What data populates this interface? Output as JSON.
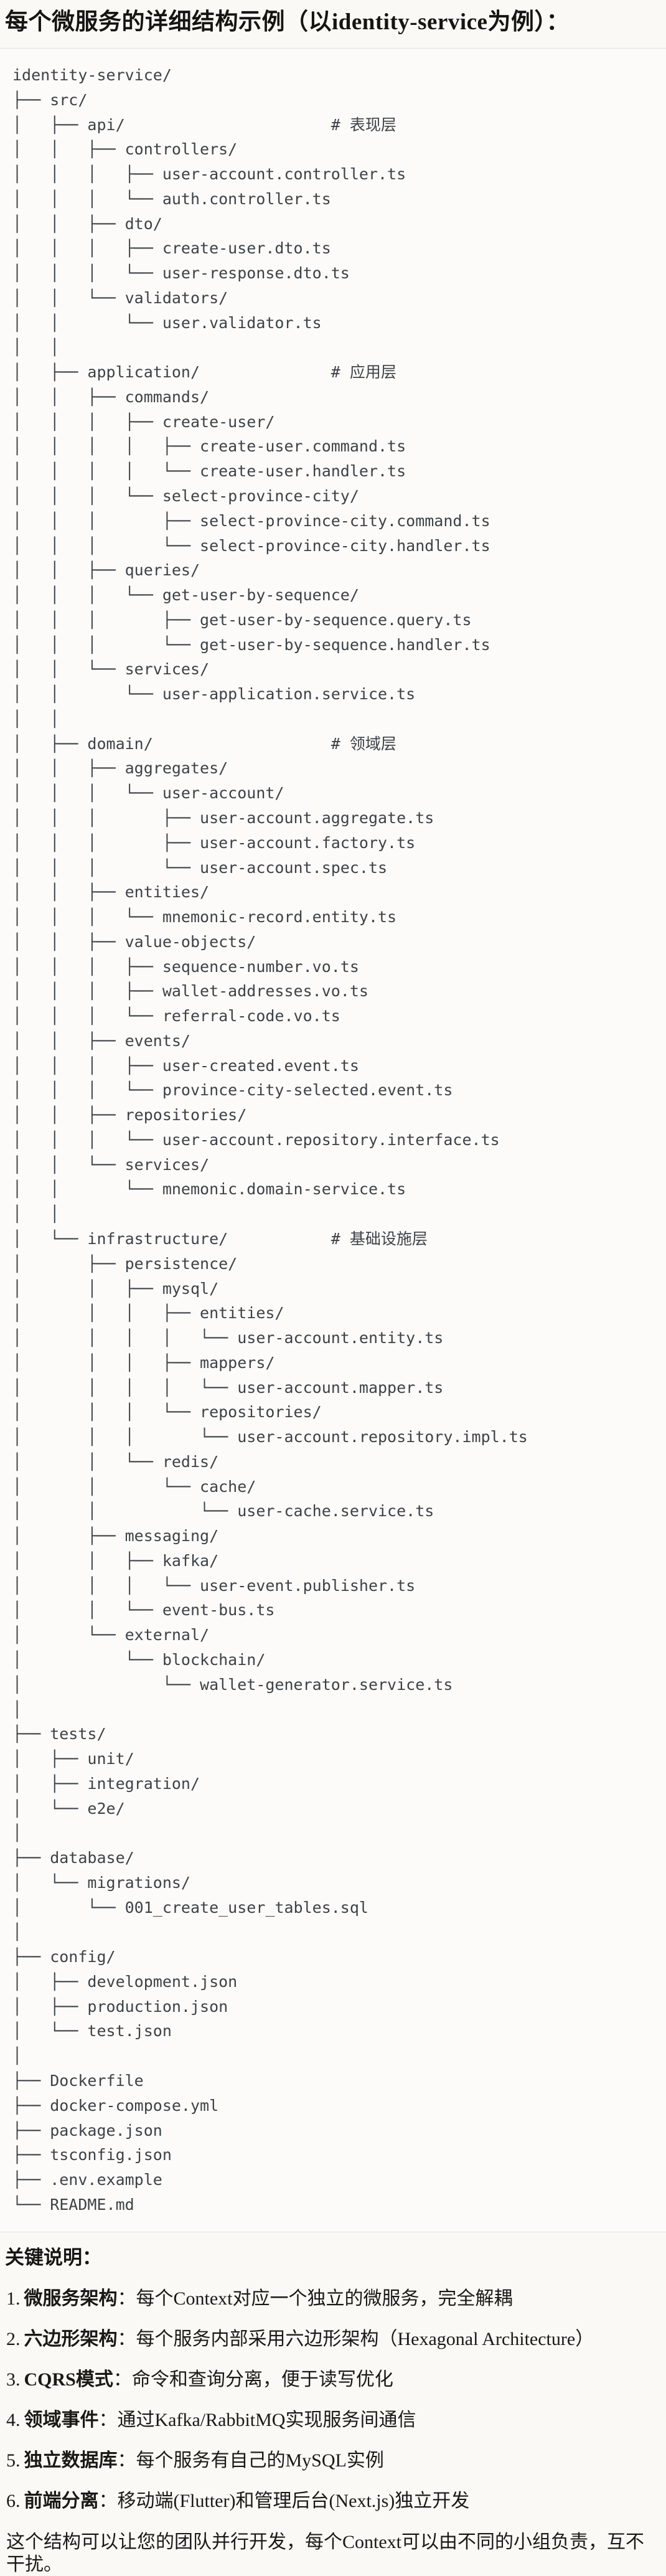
{
  "page": {
    "title": "每个微服务的详细结构示例（以identity-service为例）：",
    "code": {
      "language": "plaintext",
      "tree_lines": [
        "identity-service/",
        "├── src/",
        "│   ├── api/                      # 表现层",
        "│   │   ├── controllers/",
        "│   │   │   ├── user-account.controller.ts",
        "│   │   │   └── auth.controller.ts",
        "│   │   ├── dto/",
        "│   │   │   ├── create-user.dto.ts",
        "│   │   │   └── user-response.dto.ts",
        "│   │   └── validators/",
        "│   │       └── user.validator.ts",
        "│   │",
        "│   ├── application/              # 应用层",
        "│   │   ├── commands/",
        "│   │   │   ├── create-user/",
        "│   │   │   │   ├── create-user.command.ts",
        "│   │   │   │   └── create-user.handler.ts",
        "│   │   │   └── select-province-city/",
        "│   │   │       ├── select-province-city.command.ts",
        "│   │   │       └── select-province-city.handler.ts",
        "│   │   ├── queries/",
        "│   │   │   └── get-user-by-sequence/",
        "│   │   │       ├── get-user-by-sequence.query.ts",
        "│   │   │       └── get-user-by-sequence.handler.ts",
        "│   │   └── services/",
        "│   │       └── user-application.service.ts",
        "│   │",
        "│   ├── domain/                   # 领域层",
        "│   │   ├── aggregates/",
        "│   │   │   └── user-account/",
        "│   │   │       ├── user-account.aggregate.ts",
        "│   │   │       ├── user-account.factory.ts",
        "│   │   │       └── user-account.spec.ts",
        "│   │   ├── entities/",
        "│   │   │   └── mnemonic-record.entity.ts",
        "│   │   ├── value-objects/",
        "│   │   │   ├── sequence-number.vo.ts",
        "│   │   │   ├── wallet-addresses.vo.ts",
        "│   │   │   └── referral-code.vo.ts",
        "│   │   ├── events/",
        "│   │   │   ├── user-created.event.ts",
        "│   │   │   └── province-city-selected.event.ts",
        "│   │   ├── repositories/",
        "│   │   │   └── user-account.repository.interface.ts",
        "│   │   └── services/",
        "│   │       └── mnemonic.domain-service.ts",
        "│   │",
        "│   └── infrastructure/           # 基础设施层",
        "│       ├── persistence/",
        "│       │   ├── mysql/",
        "│       │   │   ├── entities/",
        "│       │   │   │   └── user-account.entity.ts",
        "│       │   │   ├── mappers/",
        "│       │   │   │   └── user-account.mapper.ts",
        "│       │   │   └── repositories/",
        "│       │   │       └── user-account.repository.impl.ts",
        "│       │   └── redis/",
        "│       │       └── cache/",
        "│       │           └── user-cache.service.ts",
        "│       ├── messaging/",
        "│       │   ├── kafka/",
        "│       │   │   └── user-event.publisher.ts",
        "│       │   └── event-bus.ts",
        "│       └── external/",
        "│           └── blockchain/",
        "│               └── wallet-generator.service.ts",
        "│",
        "├── tests/",
        "│   ├── unit/",
        "│   ├── integration/",
        "│   └── e2e/",
        "│",
        "├── database/",
        "│   └── migrations/",
        "│       └── 001_create_user_tables.sql",
        "│",
        "├── config/",
        "│   ├── development.json",
        "│   ├── production.json",
        "│   └── test.json",
        "│",
        "├── Dockerfile",
        "├── docker-compose.yml",
        "├── package.json",
        "├── tsconfig.json",
        "├── .env.example",
        "└── README.md"
      ]
    },
    "notes": {
      "heading": "关键说明：",
      "items": [
        {
          "num": "1.",
          "term": "微服务架构",
          "sep": "：",
          "desc": "每个Context对应一个独立的微服务，完全解耦"
        },
        {
          "num": "2.",
          "term": "六边形架构",
          "sep": "：",
          "desc": "每个服务内部采用六边形架构（Hexagonal Architecture）"
        },
        {
          "num": "3.",
          "term": "CQRS模式",
          "sep": "：",
          "desc": "命令和查询分离，便于读写优化"
        },
        {
          "num": "4.",
          "term": "领域事件",
          "sep": "：",
          "desc": "通过Kafka/RabbitMQ实现服务间通信"
        },
        {
          "num": "5.",
          "term": "独立数据库",
          "sep": "：",
          "desc": "每个服务有自己的MySQL实例"
        },
        {
          "num": "6.",
          "term": "前端分离",
          "sep": "：",
          "desc": "移动端(Flutter)和管理后台(Next.js)独立开发"
        }
      ],
      "footer": "这个结构可以让您的团队并行开发，每个Context可以由不同的小组负责，互不干扰。"
    },
    "colors": {
      "page_background": "#FAF9F5",
      "code_background": "#FCFBF9",
      "code_border": "#E4E2DB",
      "code_text": "#3D4247",
      "body_text": "#1A1915"
    }
  }
}
